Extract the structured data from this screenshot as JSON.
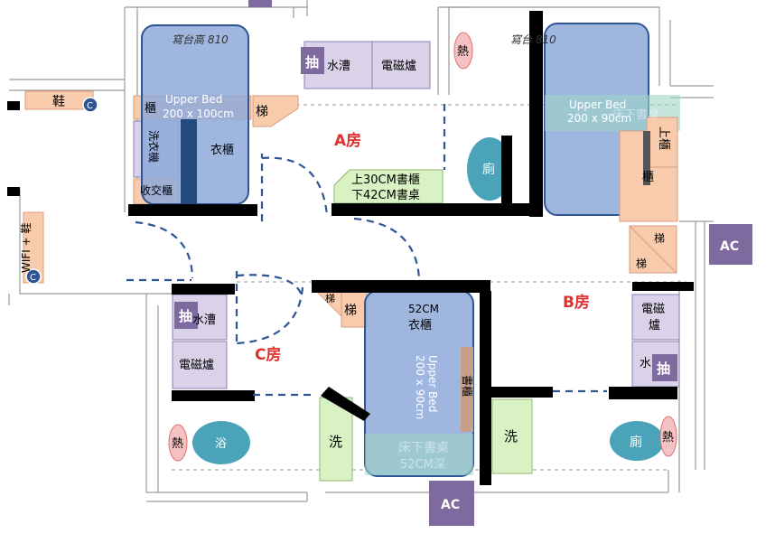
{
  "rooms": {
    "a": "A房",
    "b": "B房",
    "c": "C房"
  },
  "beds": {
    "a": {
      "label": "Upper Bed",
      "size": "200 x 100cm"
    },
    "b": {
      "label": "Upper Bed",
      "size": "200 x 90cm",
      "overlay": "床下書桌"
    },
    "c": {
      "label": "Upper Bed",
      "size": "200 x 90cm",
      "top_label": "52CM",
      "top_label2": "衣櫃",
      "bottom_label": "床下書桌",
      "bottom_label2": "52CM深"
    }
  },
  "handwriting": {
    "a": "寫台高 810",
    "b": "寫台 810"
  },
  "fixtures": {
    "shoe_top": "鞋",
    "wifi_shoe": "WIFI + 鞋",
    "outlet": "C",
    "ac": "AC",
    "fan": "抽",
    "sink": "水漕",
    "stove": "電磁爐",
    "heater": "熱",
    "toilet": "廁",
    "ladder": "梯",
    "cabinet": "櫃",
    "upper_cabinet": "上櫃",
    "wardrobe": "衣櫃",
    "washer": "洗衣機",
    "storage": "收交櫃",
    "desk_line1": "上30CM書櫃",
    "desk_line2": "下42CM書桌",
    "book_cabinet": "書櫃",
    "wash": "洗",
    "bath": "浴",
    "sink_c": "水漕",
    "stove_c": "電磁爐",
    "stove_b1": "電磁",
    "stove_b2": "爐",
    "water_b": "水"
  },
  "colors": {
    "wall": "#000000",
    "bed_fill": "#8eaad9",
    "bed_stroke": "#2f5597",
    "cabinet": "#f8cbad",
    "kitchen": "#d9d2e9",
    "fan": "#7e6a9f",
    "green": "#d9f2c4",
    "teal": "#4aa3b8",
    "pink": "#f4c2c2",
    "red": "#e03030",
    "ac": "#7e6a9f"
  }
}
